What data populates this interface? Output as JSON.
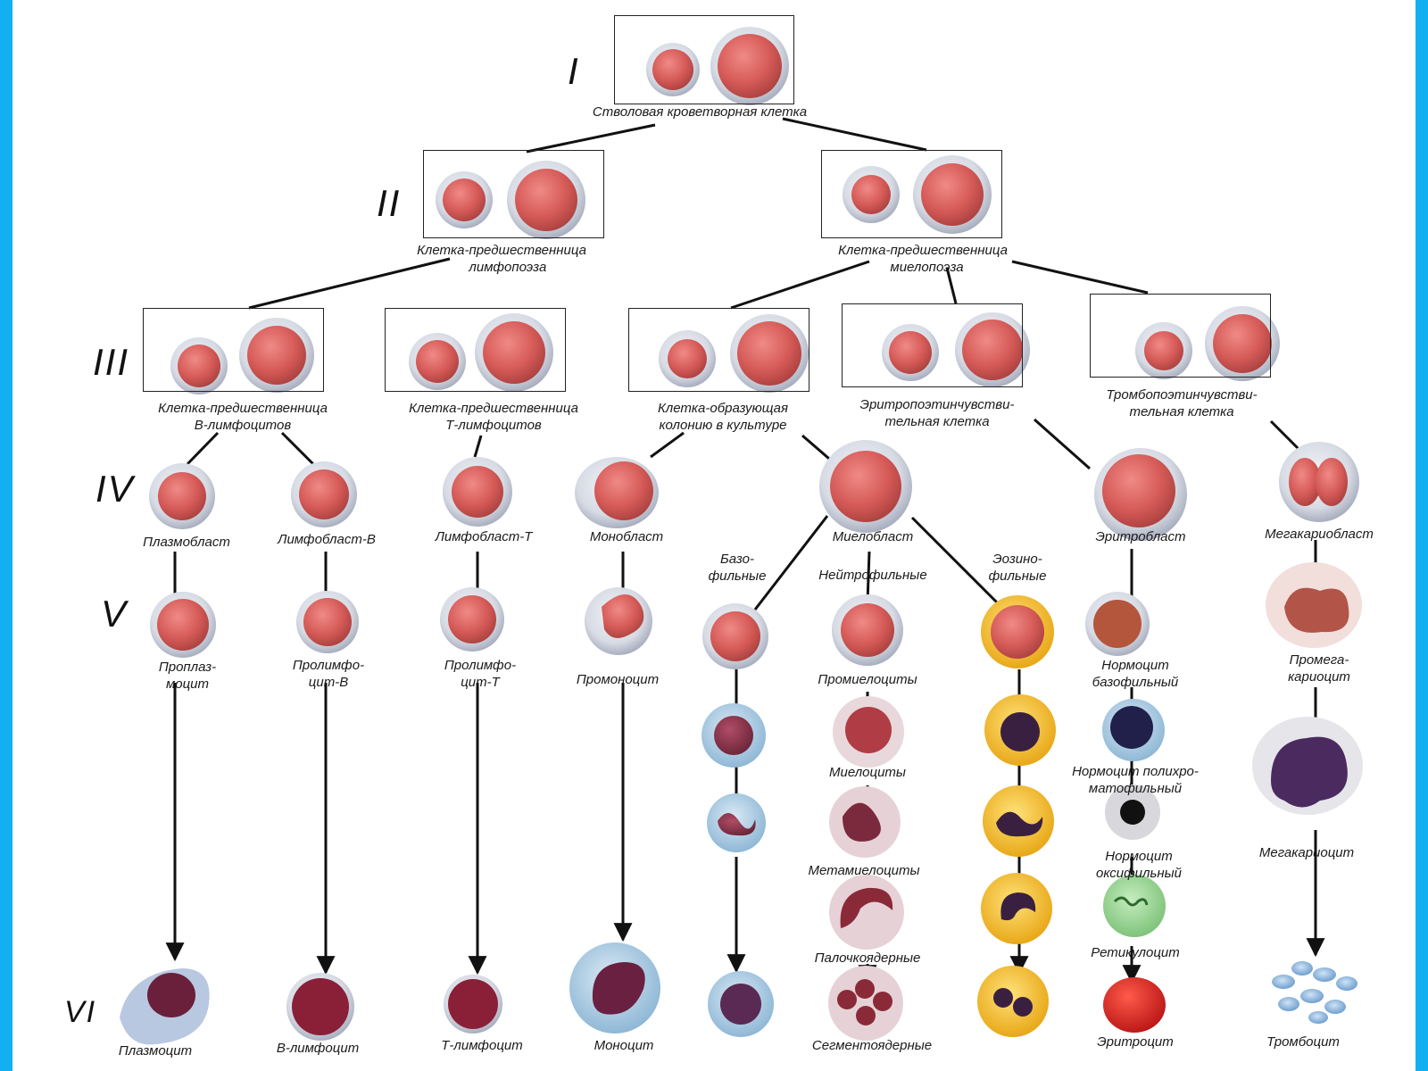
{
  "levels": [
    "I",
    "II",
    "III",
    "IV",
    "V",
    "VI"
  ],
  "labels": {
    "stem": "Стволовая кроветворная клетка",
    "lymph_prec": "Клетка-предшественница\n              лимфопоэза",
    "myelo_prec": "Клетка-предшественница\n              миелопоэза",
    "b_prec": "Клетка-предшественница\nВ-лимфоцитов",
    "t_prec": "Клетка-предшественница\nТ-лимфоцитов",
    "cfu": "Клетка-образующая\nколонию в культуре",
    "ery_sens": "Эритропоэтинчувстви-\nтельная клетка",
    "thr_sens": "Тромбопоэтинчувстви-\nтельная клетка",
    "plasmoblast": "Плазмобласт",
    "lymphoblast_b": "Лимфобласт-В",
    "lymphoblast_t": "Лимфобласт-Т",
    "monoblast": "Монобласт",
    "myeloblast": "Миелобласт",
    "erythroblast": "Эритробласт",
    "megakaryoblast": "Мегакариобласт",
    "basophilic": "Базо-\nфильные",
    "neutrophilic": "Нейтрофильные",
    "eosinophilic": "Эозино-\nфильные",
    "proplasmocyte": "Проплаз-\nмоцит",
    "prolymphocyte_b": "Пролимфо-\nцит-В",
    "prolymphocyte_t": "Пролимфо-\nцит-Т",
    "promonocyte": "Промоноцит",
    "promyelocytes": "Промиелоциты",
    "myelocytes": "Миелоциты",
    "metamyelocytes": "Метамиелоциты",
    "band": "Палочкоядерные",
    "segmented": "Сегментоядерные",
    "normocyte_baso": "Нормоцит\nбазофильный",
    "normocyte_poly": "Нормоцит полихро-\nматофильный",
    "normocyte_oxy": "Нормоцит\nоксифильный",
    "reticulocyte": "Ретикулоцит",
    "erythrocyte": "Эритроцит",
    "promegakaryocyte": "Промега-\nкариоцит",
    "megakaryocyte": "Мегакариоцит",
    "plasmocyte": "Плазмоцит",
    "b_lymphocyte": "В-лимфоцит",
    "t_lymphocyte": "Т-лимфоцит",
    "monocyte": "Моноцит",
    "thrombocyte": "Тромбоцит"
  },
  "colors": {
    "frame": "#12b0f0",
    "cytoplasm": "#d9dde6",
    "nucleus": "#d85a5a",
    "eosinophil_granules": "#f0c030",
    "basophil_granules": "#7ab8e0",
    "erythrocyte": "#d81e1e",
    "reticulocyte": "#8fd08f",
    "line": "#111111"
  }
}
